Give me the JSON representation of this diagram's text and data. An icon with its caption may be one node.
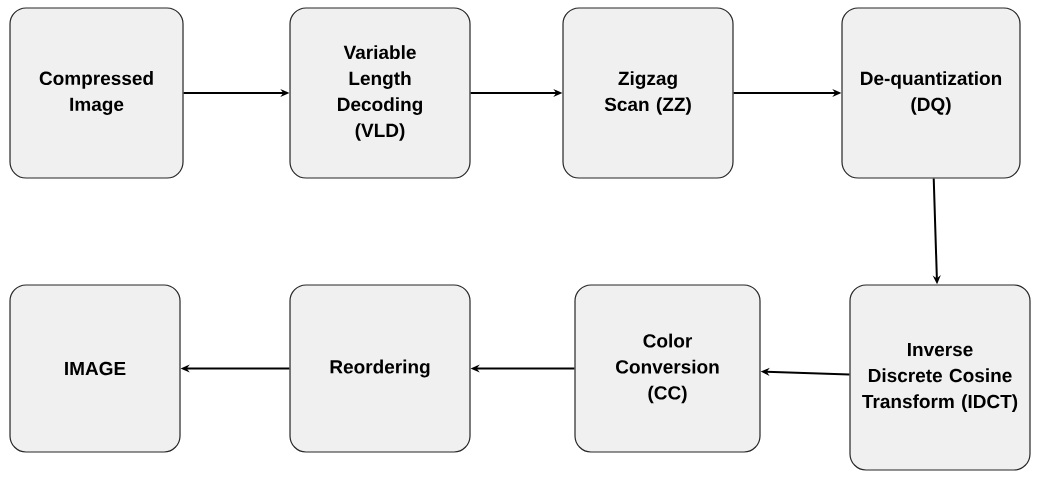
{
  "diagram": {
    "nodes": [
      {
        "text": [
          "Compressed Image"
        ]
      },
      {
        "text": [
          "Variable Length Decoding (VLD)"
        ]
      },
      {
        "text": [
          "Zigzag Scan (ZZ)"
        ]
      },
      {
        "text": [
          "De-quantization (DQ)"
        ]
      },
      {
        "text": [
          "IMAGE"
        ]
      },
      {
        "text": [
          "Reordering"
        ]
      },
      {
        "text": [
          "Color Conversion (CC)"
        ]
      },
      {
        "text": [
          "Inverse Discrete Cosine Transform (IDCT)"
        ]
      }
    ],
    "edges": [
      {
        "from": 0,
        "to": 1,
        "arrow": "to"
      },
      {
        "from": 1,
        "to": 2,
        "arrow": "to"
      },
      {
        "from": 2,
        "to": 3,
        "arrow": "to"
      },
      {
        "from": 3,
        "to": 7,
        "arrow": "to"
      },
      {
        "from": 7,
        "to": 6,
        "arrow": "to"
      },
      {
        "from": 6,
        "to": 5,
        "arrow": "to"
      },
      {
        "from": 5,
        "to": 4,
        "arrow": "to"
      }
    ]
  }
}
